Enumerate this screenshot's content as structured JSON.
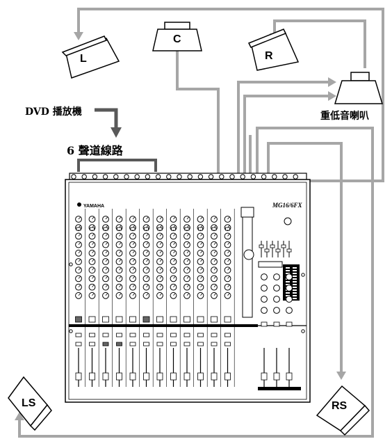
{
  "labels": {
    "dvd_player": "DVD 播放機",
    "six_channel": "6 聲道線路",
    "subwoofer": "重低音喇叭"
  },
  "speakers": {
    "left": "L",
    "center": "C",
    "right": "R",
    "left_surround": "LS",
    "right_surround": "RS"
  },
  "mixer": {
    "brand": "YAMAHA",
    "model": "MG16/6FX"
  },
  "colors": {
    "cable": "#a6a6a6",
    "arrow": "#595959",
    "outline": "#000000"
  }
}
